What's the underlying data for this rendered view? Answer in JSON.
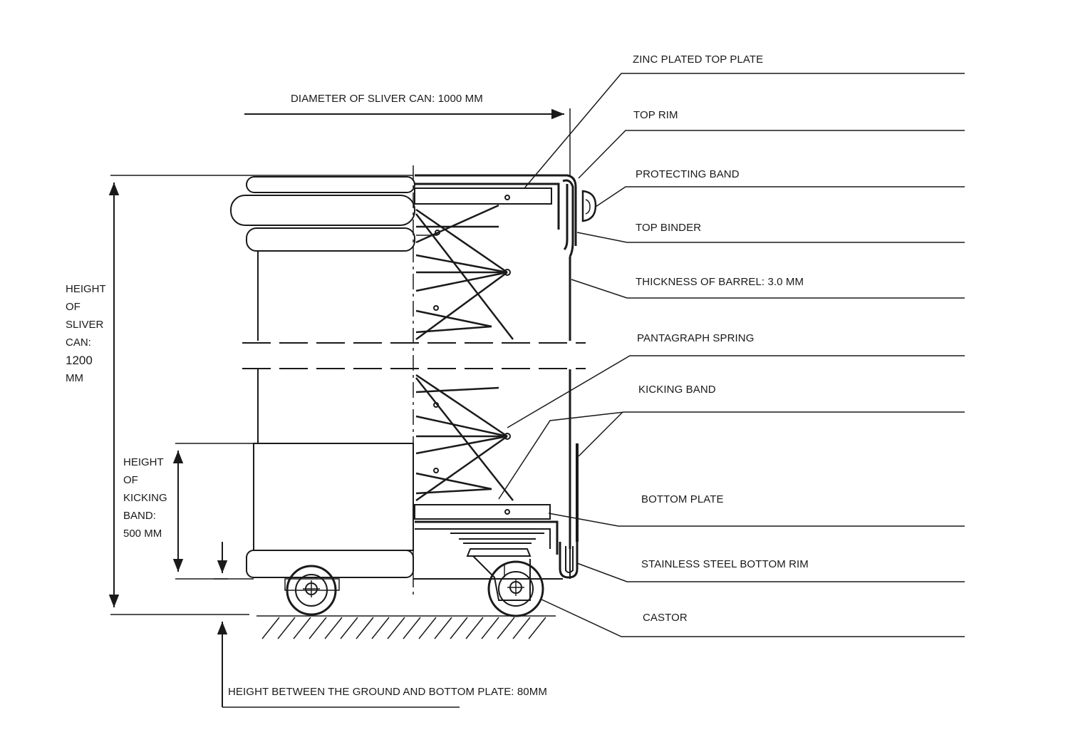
{
  "diagram": {
    "dimensions": {
      "diameter": "DIAMETER OF SLIVER CAN: 1000 MM",
      "height_lines": [
        "HEIGHT",
        "OF",
        "SLIVER",
        "CAN:",
        "1200",
        "MM"
      ],
      "kicking_height_lines": [
        "HEIGHT",
        "OF",
        "KICKING",
        "BAND:",
        "500 MM"
      ],
      "ground_height": "HEIGHT BETWEEN THE GROUND AND BOTTOM PLATE: 80MM"
    },
    "callouts": [
      "ZINC PLATED TOP PLATE",
      "TOP RIM",
      "PROTECTING BAND",
      "TOP BINDER",
      "THICKNESS OF BARREL: 3.0 MM",
      "PANTAGRAPH SPRING",
      "KICKING BAND",
      "BOTTOM PLATE",
      "STAINLESS STEEL BOTTOM RIM",
      "CASTOR"
    ],
    "line_color": "#1a1a1a"
  }
}
